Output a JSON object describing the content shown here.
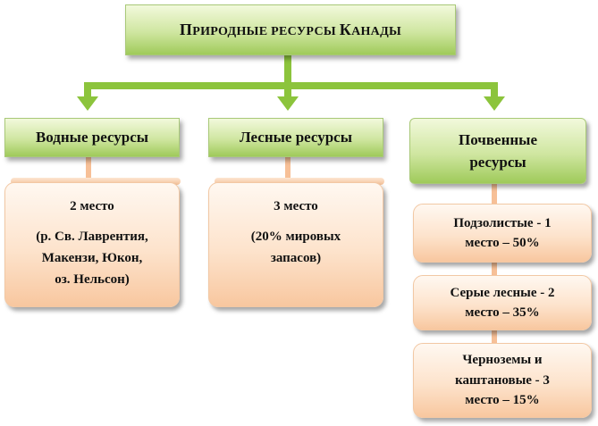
{
  "title": {
    "parts": [
      {
        "big": "П",
        "small": "риродные ресурсы "
      },
      {
        "big": "К",
        "small": "анады"
      }
    ]
  },
  "categories": {
    "water": "Водные ресурсы",
    "forest": "Лесные ресурсы",
    "soil": [
      "Почвенные",
      "ресурсы"
    ]
  },
  "water_detail": {
    "rank": "2 место",
    "lines": [
      "(р. Св. Лаврентия,",
      "Макензи, Юкон,",
      "оз. Нельсон)"
    ]
  },
  "forest_detail": {
    "rank": "3 место",
    "lines": [
      "(20% мировых",
      "запасов)"
    ]
  },
  "soil_details": [
    {
      "lines": [
        "Подзолистые - 1",
        "место – 50%"
      ]
    },
    {
      "lines": [
        "Серые лесные - 2",
        "место – 35%"
      ]
    },
    {
      "lines": [
        "Черноземы и",
        "каштановые - 3",
        "место – 15%"
      ]
    }
  ],
  "colors": {
    "connector_green": "#8cc43c",
    "connector_peach": "#f7c097"
  }
}
